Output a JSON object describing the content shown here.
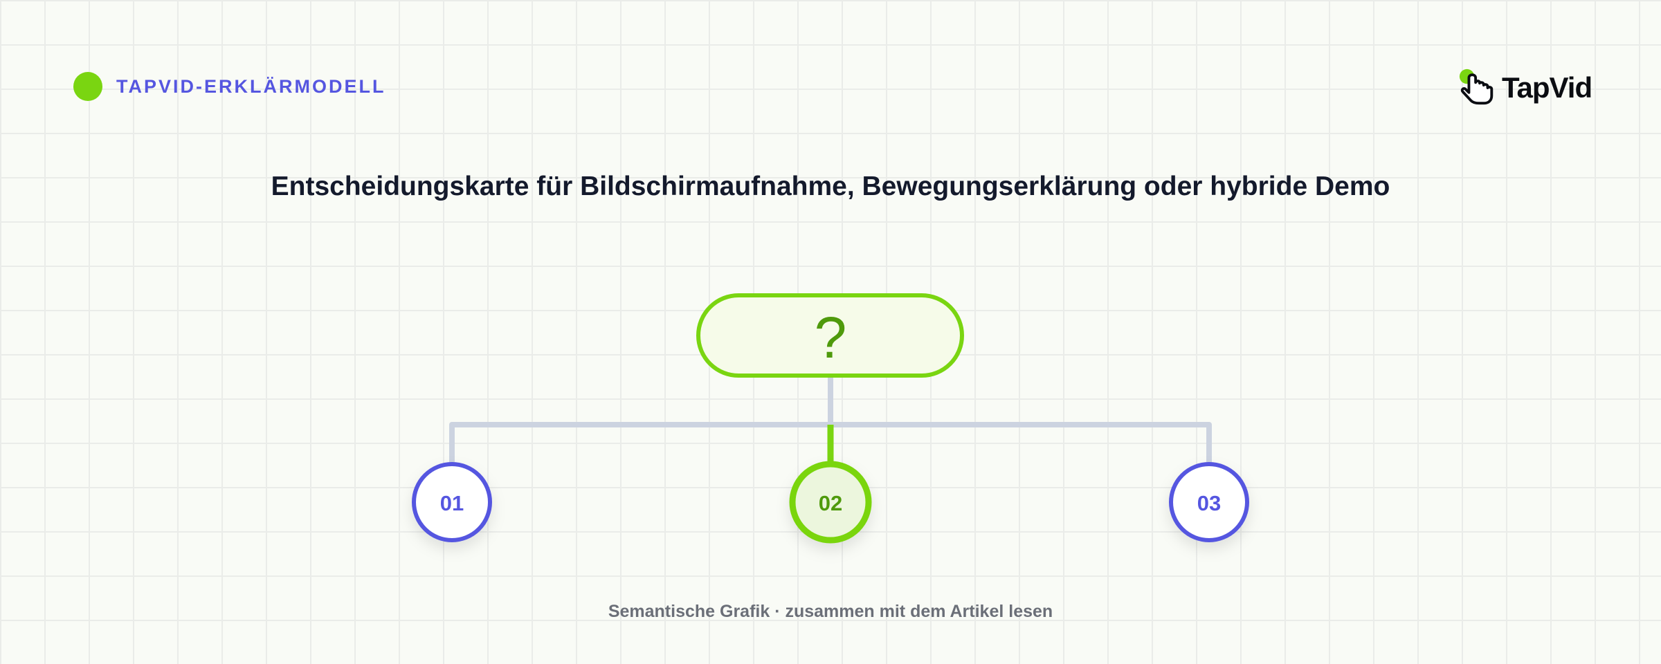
{
  "header": {
    "tag_label": "TAPVID-ERKLÄRMODELL",
    "logo_text": "TapVid"
  },
  "title": "Entscheidungskarte für Bildschirmaufnahme, Bewegungserklärung oder hybride Demo",
  "diagram": {
    "root_label": "?",
    "options": [
      {
        "label": "01",
        "highlighted": false
      },
      {
        "label": "02",
        "highlighted": true
      },
      {
        "label": "03",
        "highlighted": false
      }
    ]
  },
  "footer": {
    "note": "Semantische Grafik · zusammen mit dem Artikel lesen"
  },
  "colors": {
    "accent_green": "#7ad511",
    "accent_green_dark": "#4f9a0c",
    "accent_purple": "#5556e0",
    "connector_gray": "#ccd3e0",
    "title_navy": "#141a2c"
  },
  "icons": {
    "brand_dot": "green-dot-icon",
    "logo_mark": "tap-hand-icon"
  }
}
